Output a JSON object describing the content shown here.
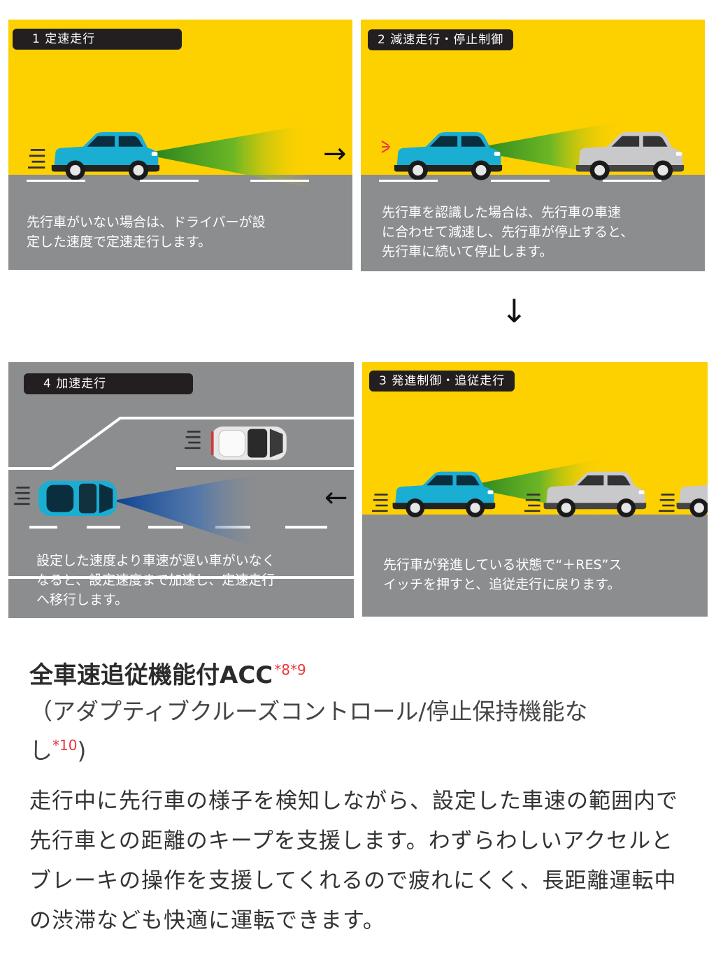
{
  "panels": {
    "p1": {
      "label": "1 定速走行",
      "lines": [
        "先行車がいない場合は、ドライバーが設",
        "定した速度で定速走行します。"
      ]
    },
    "p2": {
      "label": "2 減速走行・停止制御",
      "lines": [
        "先行車を認識した場合は、先行車の車速",
        "に合わせて減速し、先行車が停止すると、",
        "先行車に続いて停止します。"
      ]
    },
    "p3": {
      "label": "3 発進制御・追従走行",
      "lines": [
        "先行車が発進している状態で“＋RES”ス",
        "イッチを押すと、追従走行に戻ります。"
      ]
    },
    "p4": {
      "label": "4 加速走行",
      "lines": [
        "設定した速度より車速が遅い車がいなく",
        "なると、設定速度まで加速し、定速走行",
        "へ移行します。"
      ]
    }
  },
  "arrows": {
    "right": "→",
    "down": "↓",
    "left": "←"
  },
  "feature": {
    "title": "全車速追従機能付ACC",
    "title_note": "*8*9",
    "subtitle_line1": "（アダプティブクルーズコントロール/停止保持機能な",
    "subtitle_line2": "し",
    "subtitle_note": "*10",
    "subtitle_close": ")",
    "body": "走行中に先行車の様子を検知しながら、設定した車速の範囲内で先行車との距離のキープを支援します。わずらわしいアクセルとブレーキの操作を支援してくれるので疲れにくく、長距離運転中の渋滞なども快適に運転できます。"
  },
  "colors": {
    "yellow": "#fdd000",
    "road": "#8c8d8f",
    "blue_car": "#1aaed3",
    "silver_car": "#c9c9cb",
    "note": "#e8383d"
  },
  "icons": [
    "car-side-icon",
    "car-top-icon",
    "sensor-beam-icon"
  ]
}
